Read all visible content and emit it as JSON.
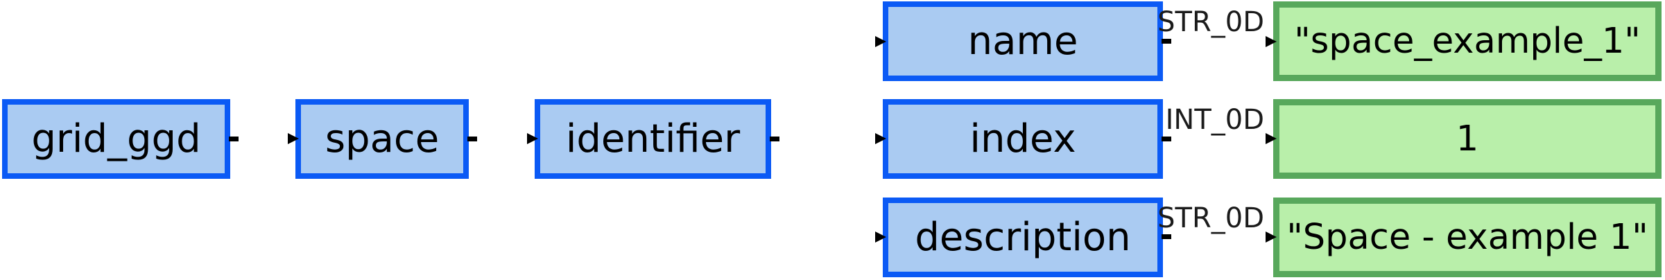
{
  "diagram": {
    "kind": "data-structure tree",
    "colors": {
      "node_border": "#0b5af5",
      "node_fill": "#aacbf2",
      "leaf_border": "#58a85c",
      "leaf_fill": "#b9efaa",
      "type_color": "#1b1b1b",
      "edge_color": "#000000"
    },
    "nodes": {
      "grid_ggd": {
        "label": "grid_ggd"
      },
      "space": {
        "label": "space"
      },
      "identifier": {
        "label": "identifier"
      },
      "name": {
        "label": "name",
        "type": "STR_0D",
        "value": "\"space_example_1\""
      },
      "index": {
        "label": "index",
        "type": "INT_0D",
        "value": "1"
      },
      "description": {
        "label": "description",
        "type": "STR_0D",
        "value": "\"Space - example 1\""
      }
    }
  }
}
